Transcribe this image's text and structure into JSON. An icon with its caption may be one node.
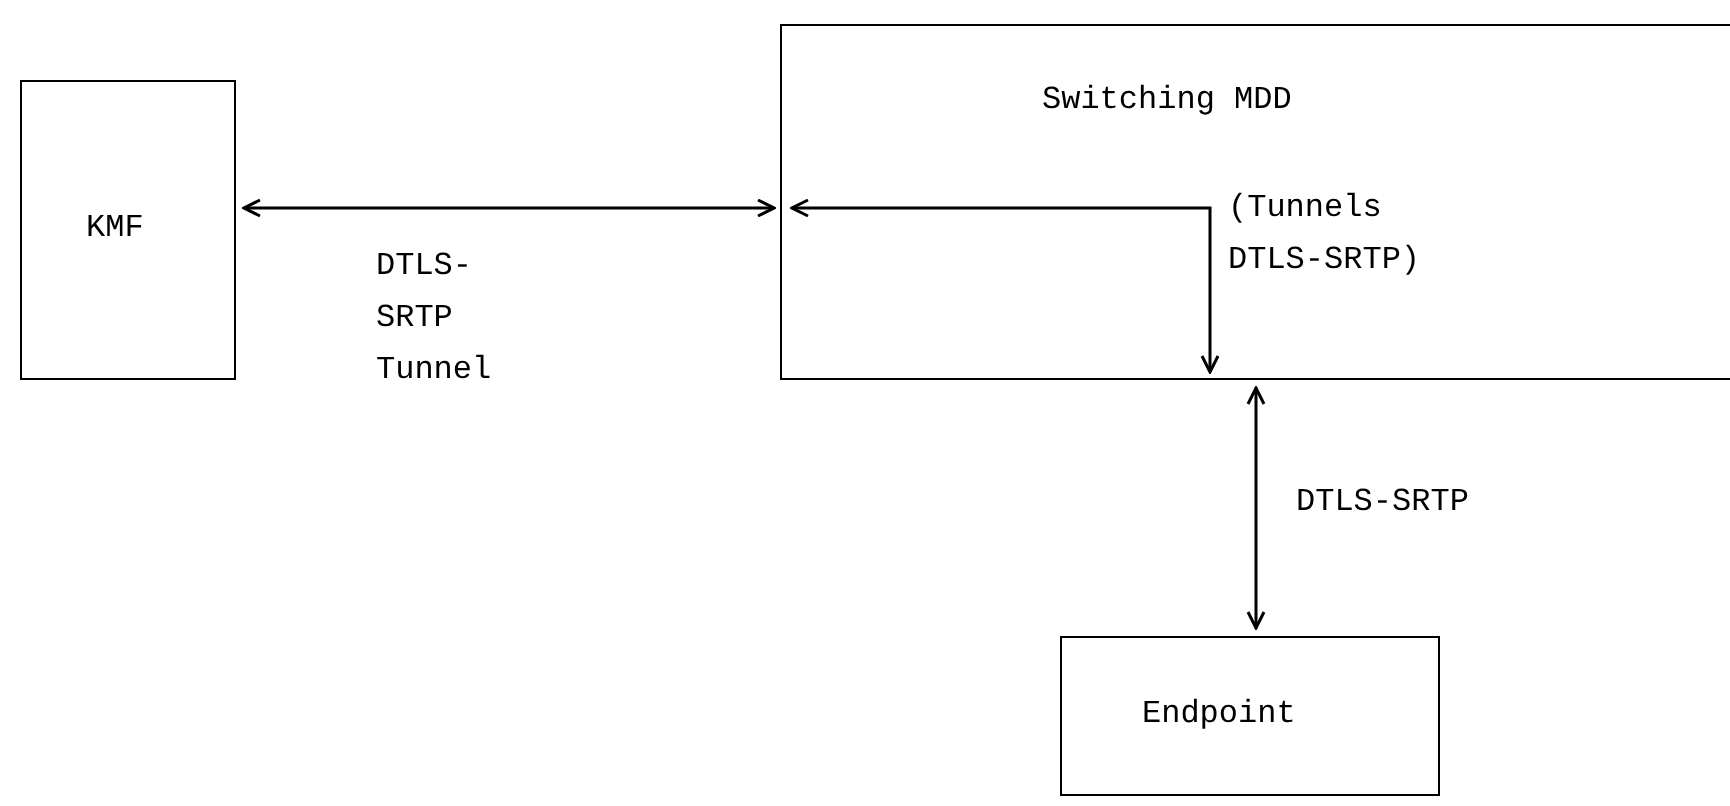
{
  "diagram": {
    "nodes": [
      {
        "text": [
          "KMF"
        ]
      },
      {
        "text": [
          "Switching MDD"
        ]
      },
      {
        "text": [
          "Endpoint"
        ]
      }
    ],
    "edges": [
      {
        "from": 0,
        "to": 1,
        "arrow": "both",
        "label": "DTLS- SRTP Tunnel"
      },
      {
        "from": 1,
        "to": 2,
        "arrow": "both",
        "label": "DTLS-SRTP"
      },
      {
        "from": 1,
        "to": 1,
        "arrow": "both",
        "label": "(Tunnels DTLS-SRTP)"
      }
    ]
  }
}
